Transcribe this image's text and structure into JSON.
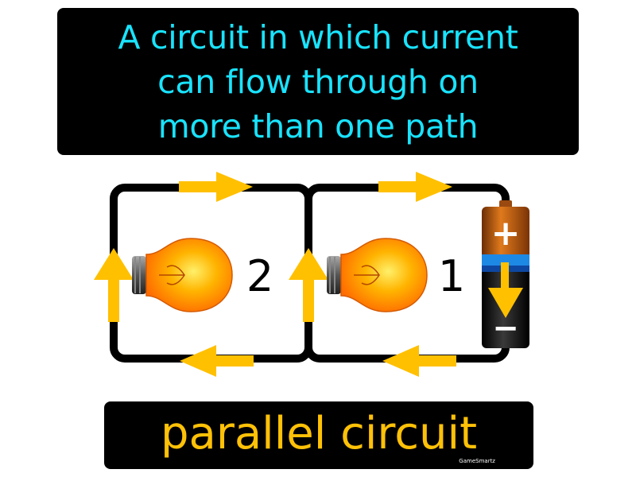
{
  "definition": {
    "lines": [
      "A circuit in which current",
      "can flow through on",
      "more than one path"
    ]
  },
  "diagram": {
    "bulb_labels": [
      "2",
      "1"
    ],
    "battery": {
      "positive": "+",
      "negative": "−"
    }
  },
  "term": {
    "label": "parallel circuit"
  },
  "brand": {
    "text": "GameSmartz"
  },
  "colors": {
    "definition_text": "#19e3ff",
    "term_text": "#ffc107",
    "arrow": "#ffc000",
    "wire": "#000000",
    "battery_top": "#c8620f",
    "battery_band": "#1e88e5",
    "bulb": "#ff8a00"
  }
}
